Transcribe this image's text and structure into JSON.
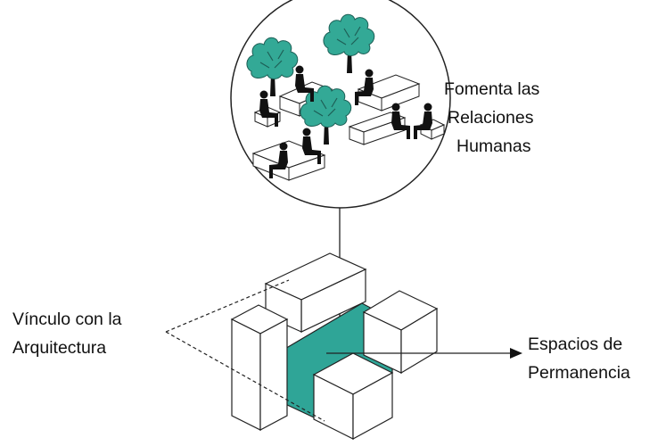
{
  "labels": {
    "fomenta": [
      "Fomenta las",
      "Relaciones",
      "Humanas"
    ],
    "vinculo": [
      "Vínculo con la",
      "Arquitectura"
    ],
    "espacios": [
      "Espacios de",
      "Permanencia"
    ]
  },
  "colors": {
    "plaza": "#2fa597",
    "tree": "#33a996",
    "ink": "#111111",
    "stroke": "#222222"
  },
  "icons": [
    "tree-icon",
    "seated-person-icon",
    "bench-icon",
    "arrow-head-icon"
  ]
}
